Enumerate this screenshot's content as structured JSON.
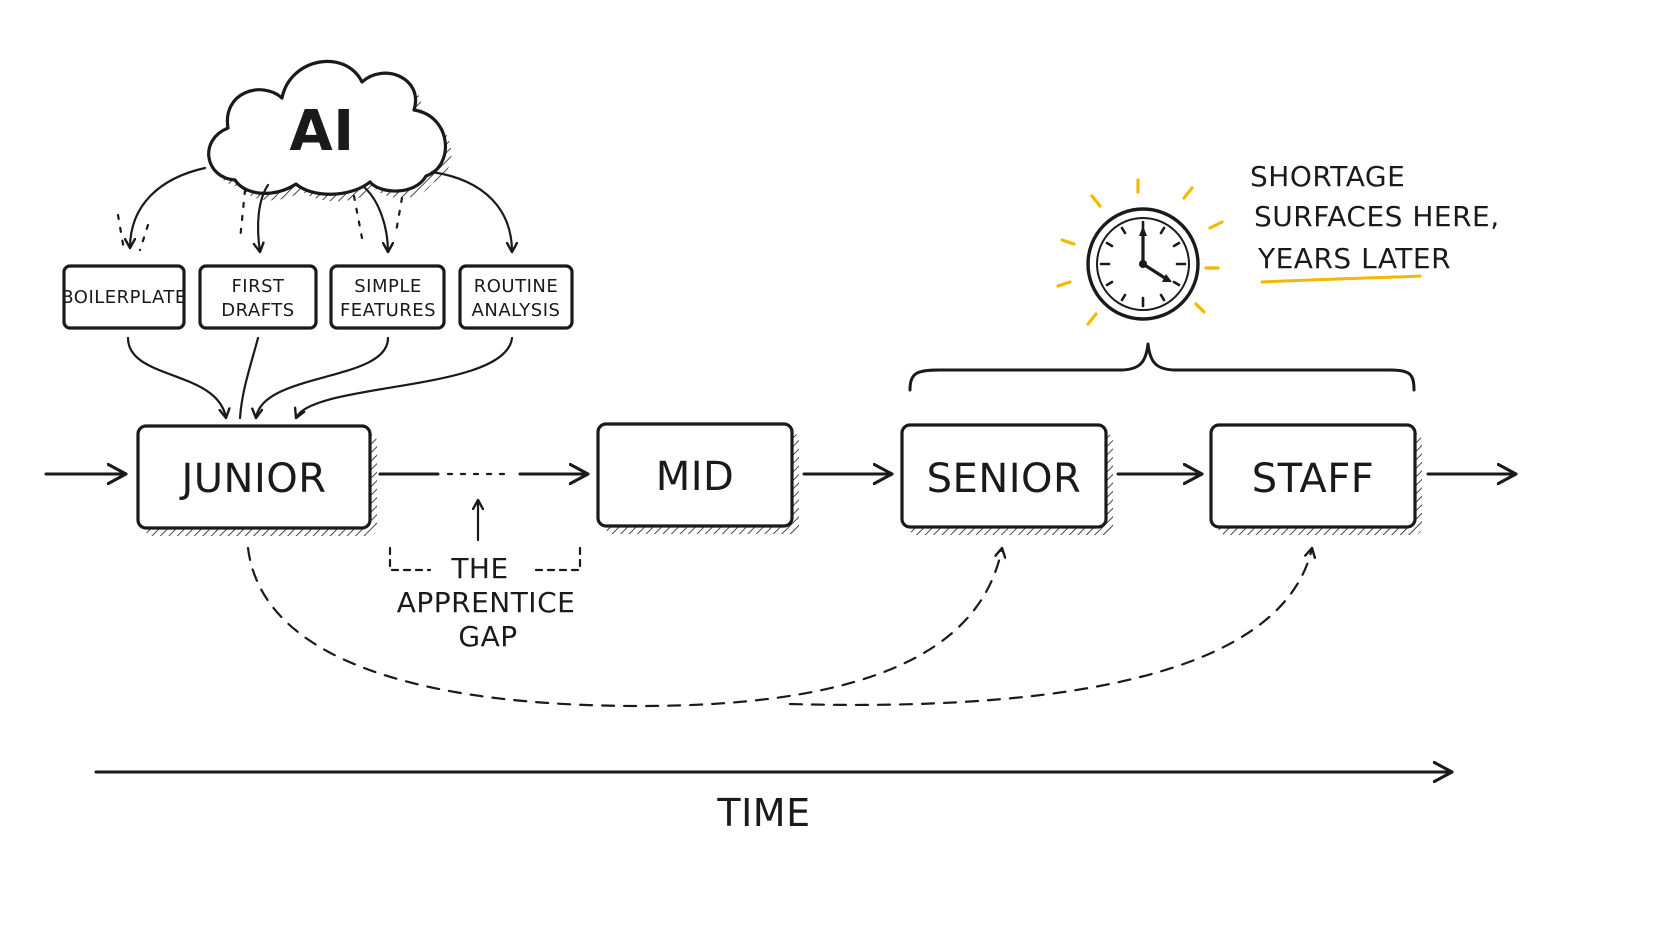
{
  "cloud": {
    "label": "AI"
  },
  "tasks": [
    {
      "line1": "BOILERPLATE",
      "line2": ""
    },
    {
      "line1": "FIRST",
      "line2": "DRAFTS"
    },
    {
      "line1": "SIMPLE",
      "line2": "FEATURES"
    },
    {
      "line1": "ROUTINE",
      "line2": "ANALYSIS"
    }
  ],
  "stages": [
    "JUNIOR",
    "MID",
    "SENIOR",
    "STAFF"
  ],
  "gap_note": {
    "line1": "THE",
    "line2": "APPRENTICE",
    "line3": "GAP"
  },
  "shortage_note": {
    "line1": "SHORTAGE",
    "line2": "SURFACES HERE,",
    "line3": "YEARS LATER"
  },
  "highlight_color": "#f5b800",
  "time_axis": {
    "label": "TIME"
  },
  "icons": [
    "cloud-icon",
    "clock-icon"
  ]
}
